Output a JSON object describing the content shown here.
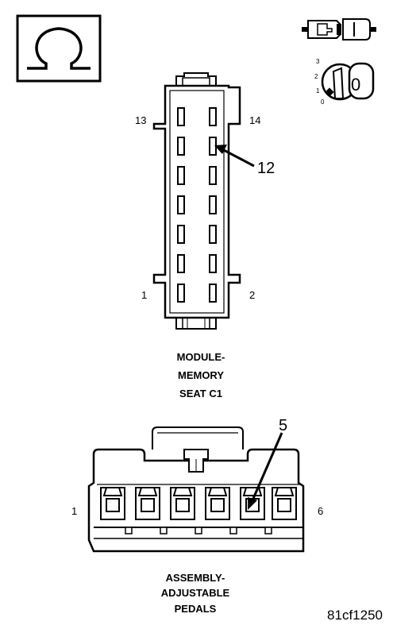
{
  "icons": {
    "ohm_symbol": "ohm-symbol-icon",
    "connector_disconnect": "connector-disconnect-icon",
    "ignition_key": "ignition-key-off-icon"
  },
  "ignition": {
    "positions": [
      "3",
      "2",
      "1",
      "0"
    ],
    "key_label": "0"
  },
  "connector_c1": {
    "pin_top_left": "13",
    "pin_top_right": "14",
    "pin_bottom_left": "1",
    "pin_bottom_right": "2",
    "callout": "12",
    "caption_lines": [
      "MODULE-",
      "MEMORY",
      "SEAT C1"
    ]
  },
  "connector_pedals": {
    "pin_left": "1",
    "pin_right": "6",
    "callout": "5",
    "caption_lines": [
      "ASSEMBLY-",
      "ADJUSTABLE",
      "PEDALS"
    ]
  },
  "figure_ref": "81cf1250"
}
